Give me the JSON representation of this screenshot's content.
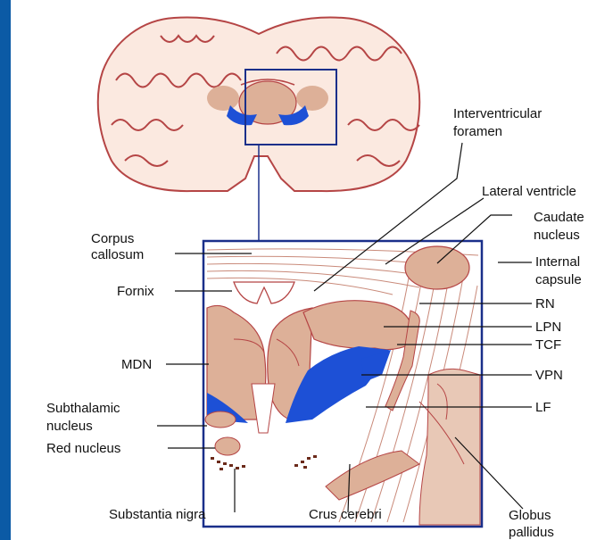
{
  "labels": {
    "interventricular_foramen": [
      "Interventricular",
      "foramen"
    ],
    "lateral_ventricle": "Lateral ventricle",
    "caudate_nucleus": [
      "Caudate",
      "nucleus"
    ],
    "internal_capsule": [
      "Internal",
      "capsule"
    ],
    "rn": "RN",
    "lpn": "LPN",
    "tcf": "TCF",
    "vpn": "VPN",
    "lf": "LF",
    "corpus_callosum": [
      "Corpus",
      "callosum"
    ],
    "fornix": "Fornix",
    "mdn": "MDN",
    "subthalamic_nucleus": [
      "Subthalamic",
      "nucleus"
    ],
    "red_nucleus": "Red nucleus",
    "substantia_nigra": "Substantia nigra",
    "crus_cerebri": "Crus cerebri",
    "globus_pallidus": [
      "Globus",
      "pallidus"
    ]
  },
  "colors": {
    "background_frame": "#0b5aa5",
    "panel": "#ffffff",
    "tissue": "#ddb098",
    "ventricle_blue": "#1d50d6",
    "outline": "#b54545",
    "box": "#1a2f8a"
  }
}
